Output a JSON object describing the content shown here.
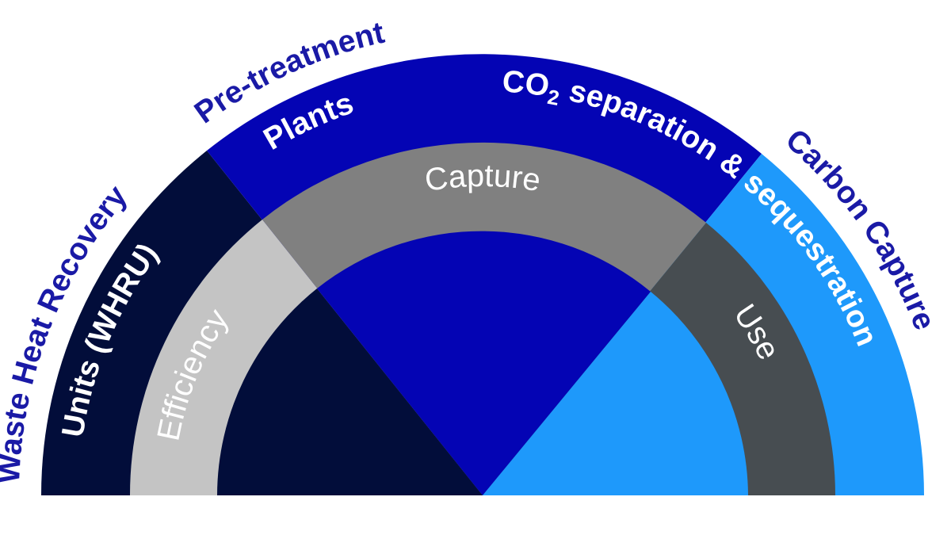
{
  "outer_labels": {
    "waste_heat": "Waste Heat Recovery",
    "pre_treatment": "Pre-treatment",
    "carbon_capture": "Carbon Capture"
  },
  "inner_labels": {
    "whru": "Units (WHRU)",
    "plants": "Plants",
    "co2_prefix": "CO",
    "co2_sub": "2",
    "co2_suffix": " separation & sequestration"
  },
  "ring_labels": {
    "efficiency": "Efficiency",
    "capture": "Capture",
    "use": "Use"
  },
  "colors": {
    "label_text": "#1a1aa6",
    "navy": "#020d3a",
    "blue": "#0404b4",
    "light_blue": "#1e99fb",
    "light_gray": "#c4c4c4",
    "mid_gray": "#808080",
    "dark_gray": "#474d51",
    "white": "#ffffff"
  }
}
